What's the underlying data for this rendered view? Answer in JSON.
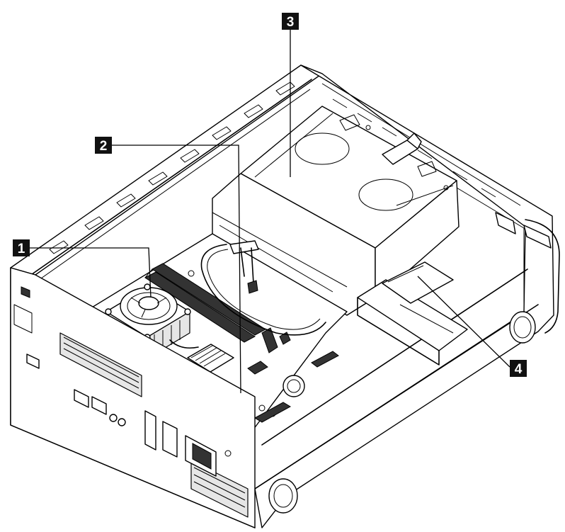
{
  "callouts": [
    {
      "id": "1",
      "label": "1"
    },
    {
      "id": "2",
      "label": "2"
    },
    {
      "id": "3",
      "label": "3"
    },
    {
      "id": "4",
      "label": "4"
    }
  ],
  "colors": {
    "line": "#000000",
    "callout_fill": "#111111",
    "callout_text": "#ffffff",
    "background": "#ffffff"
  }
}
